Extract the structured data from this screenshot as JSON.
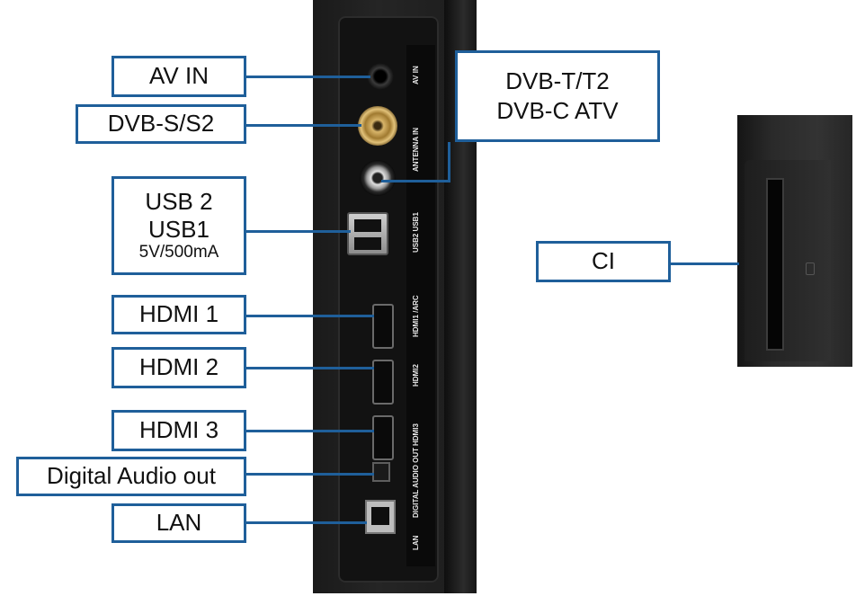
{
  "labels": {
    "av_in": "AV IN",
    "dvb_s": "DVB-S/S2",
    "dvb_t_line1": "DVB-T/T2",
    "dvb_t_line2": "DVB-C ATV",
    "usb_line1": "USB 2",
    "usb_line2": "USB1",
    "usb_line3": "5V/500mA",
    "hdmi1": "HDMI 1",
    "hdmi2": "HDMI 2",
    "hdmi3": "HDMI 3",
    "digital_audio": "Digital Audio out",
    "lan": "LAN",
    "ci": "CI"
  },
  "panel_markings": {
    "av_in": "AV IN",
    "antenna_in": "ANTENNA IN",
    "usb": "USB2 USB1",
    "hdmi1": "HDMI1 /ARC",
    "hdmi2": "HDMI2",
    "hdmi3": "HDMI3",
    "digital_audio": "DIGITAL AUDIO OUT",
    "lan": "LAN"
  },
  "colors": {
    "accent": "#1f5f9a",
    "tv_body": "#1c1c1c"
  }
}
